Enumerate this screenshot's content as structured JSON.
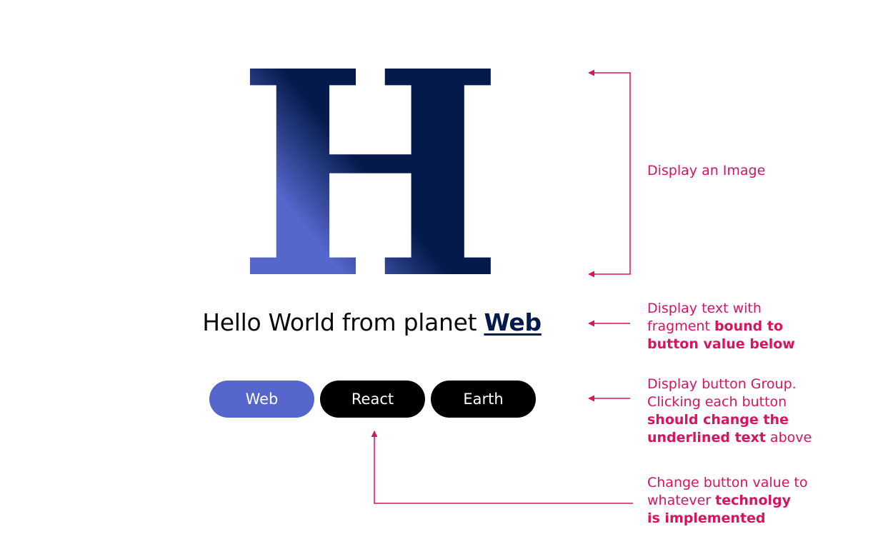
{
  "logo": {
    "letter": "H",
    "gradient_dark": "#041a4a",
    "gradient_light": "#5566cc"
  },
  "headline": {
    "prefix": "Hello World from planet",
    "planet": "Web"
  },
  "buttons": [
    {
      "label": "Web",
      "active": true
    },
    {
      "label": "React",
      "active": false
    },
    {
      "label": "Earth",
      "active": false
    }
  ],
  "colors": {
    "annotation": "#d8145f",
    "button_active": "#5566cc",
    "button_default": "#000000"
  },
  "annotations": {
    "image": {
      "text": "Display an Image"
    },
    "text": {
      "line1": "Display text with",
      "line2_normal": "fragment",
      "line2_bold": "bound to",
      "line3_bold": "button value below"
    },
    "buttons": {
      "line1": "Display button Group.",
      "line2": "Clicking each button",
      "line3_bold": "should change the",
      "line4_bold": "underlined text",
      "line4_normal": "above"
    },
    "tech": {
      "line1": "Change button value to",
      "line2_normal": "whatever",
      "line2_bold": "technolgy",
      "line3_bold": "is implemented"
    }
  }
}
